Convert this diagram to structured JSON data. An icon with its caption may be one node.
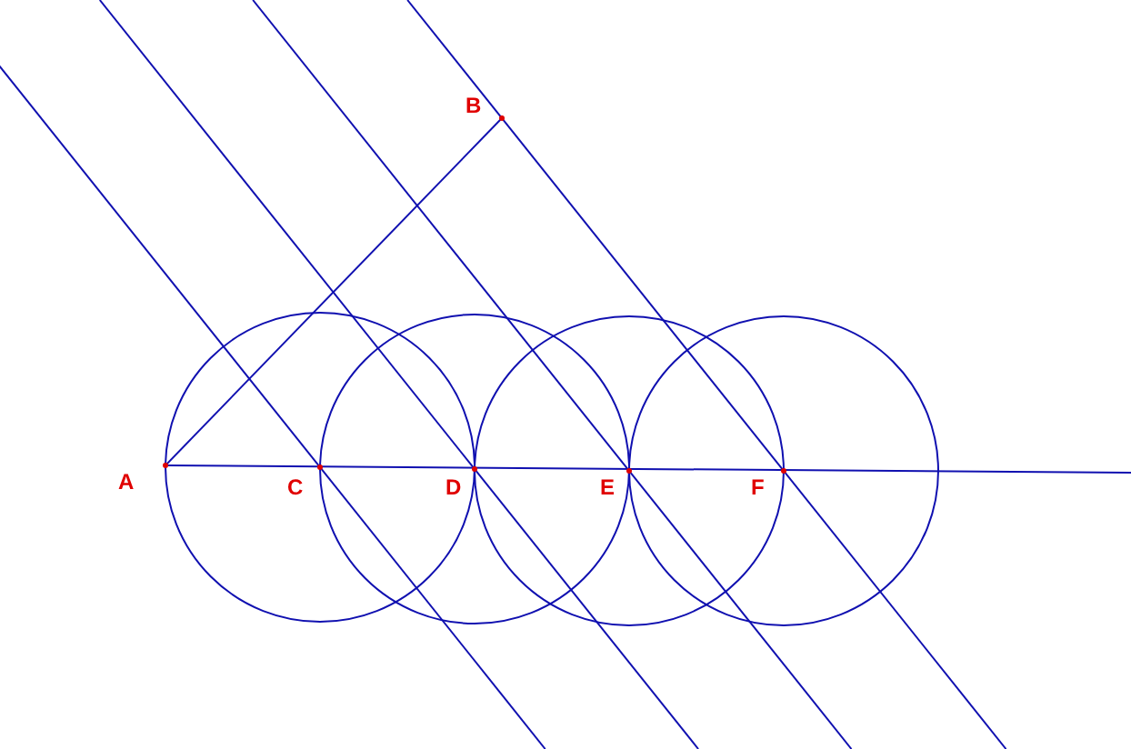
{
  "diagram": {
    "labels": [
      "B",
      "A",
      "C",
      "D",
      "E",
      "F"
    ]
  }
}
